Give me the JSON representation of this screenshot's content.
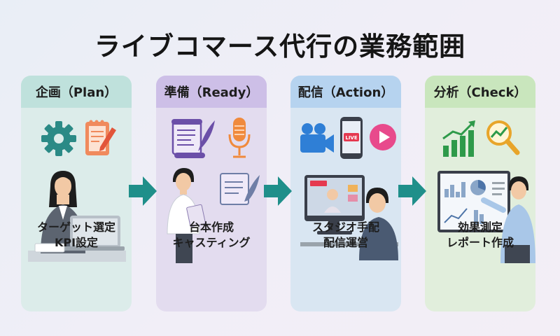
{
  "title": "ライブコマース代行の業務範囲",
  "steps": [
    {
      "header": "企画（Plan）",
      "lines": [
        "ターゲット選定",
        "KPI設定"
      ],
      "color": "#bfe1dc"
    },
    {
      "header": "準備（Ready）",
      "lines": [
        "台本作成",
        "キャスティング"
      ],
      "color": "#cdbfe7"
    },
    {
      "header": "配信（Action）",
      "lines": [
        "スタジオ手配",
        "配信運営"
      ],
      "color": "#b6d3ef"
    },
    {
      "header": "分析（Check）",
      "lines": [
        "効果測定",
        "レポート作成"
      ],
      "color": "#c9e6bd"
    }
  ],
  "live_badge": "LIVE",
  "arrow_color": "#1f8f8a"
}
